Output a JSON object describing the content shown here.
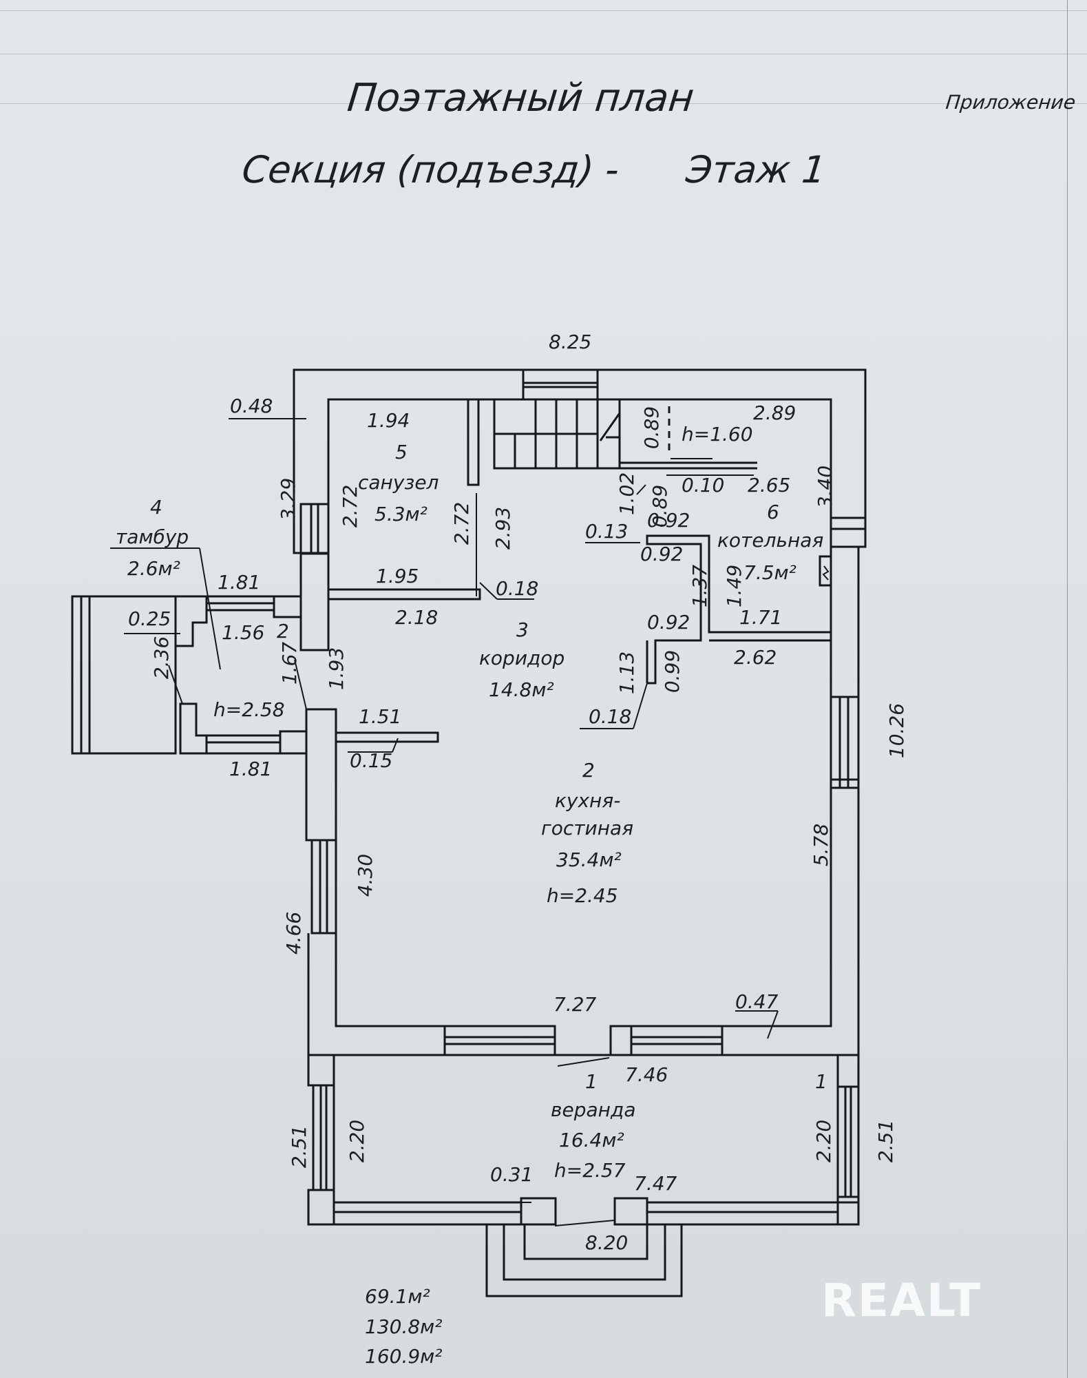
{
  "header": {
    "title": "Поэтажный план",
    "subtitle_section": "Секция (подъезд) -",
    "subtitle_floor": "Этаж 1",
    "attachment": "Приложение"
  },
  "rooms": {
    "veranda": {
      "number": "1",
      "name": "веранда",
      "area": "16.4м²",
      "height": "h=2.57"
    },
    "kitchen": {
      "number": "2",
      "name1": "кухня-",
      "name2": "гостиная",
      "area": "35.4м²",
      "height": "h=2.45"
    },
    "corridor": {
      "number": "3",
      "name": "коридор",
      "area": "14.8м²"
    },
    "vestibule": {
      "number": "4",
      "name": "тамбур",
      "area": "2.6м²",
      "height": "h=2.58"
    },
    "bathroom": {
      "number": "5",
      "name": "санузел",
      "area": "5.3м²"
    },
    "boiler": {
      "number": "6",
      "name": "котельная",
      "area": "7.5м²"
    }
  },
  "door_numbers": {
    "vestibule_door": "2",
    "veranda_right": "1",
    "stair_height": "h=1.60"
  },
  "dimensions": {
    "top_width": "8.25",
    "wall_048": "0.48",
    "bath_top": "1.94",
    "boiler_top": "2.89",
    "stair_089a": "0.89",
    "d010": "0.10",
    "d265": "2.65",
    "d340": "3.40",
    "d102": "1.02",
    "d089b": "0.89",
    "d092a": "0.92",
    "d013": "0.13",
    "d092b": "0.92",
    "d137": "1.37",
    "d149": "1.49",
    "d329": "3.29",
    "d272a": "2.72",
    "d272b": "2.72",
    "d293": "2.93",
    "d195": "1.95",
    "d018a": "0.18",
    "d218": "2.18",
    "d181a": "1.81",
    "d025": "0.25",
    "d156": "1.56",
    "d193": "1.93",
    "d092c": "0.92",
    "d171": "1.71",
    "d262": "2.62",
    "d113": "1.13",
    "d099": "0.99",
    "d018b": "0.18",
    "d236": "2.36",
    "d167": "1.67",
    "d151": "1.51",
    "d015": "0.15",
    "d181b": "1.81",
    "d1026": "10.26",
    "d578": "5.78",
    "d430": "4.30",
    "d466": "4.66",
    "d727": "7.27",
    "d047": "0.47",
    "d746": "7.46",
    "d251a": "2.51",
    "d220a": "2.20",
    "d220b": "2.20",
    "d251b": "2.51",
    "d031": "0.31",
    "d747": "7.47",
    "d820": "8.20"
  },
  "totals": {
    "t1": "69.1м²",
    "t2": "130.8м²",
    "t3": "160.9м²"
  },
  "watermark": "REALT"
}
